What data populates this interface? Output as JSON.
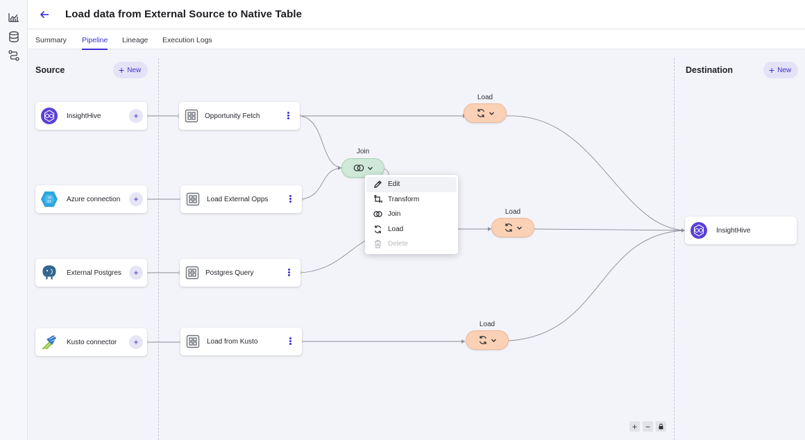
{
  "header": {
    "title": "Load data from External Source to Native Table"
  },
  "tabs": [
    {
      "label": "Summary"
    },
    {
      "label": "Pipeline"
    },
    {
      "label": "Lineage"
    },
    {
      "label": "Execution Logs"
    }
  ],
  "active_tab": "Pipeline",
  "source": {
    "title": "Source",
    "new_label": "New"
  },
  "destination": {
    "title": "Destination",
    "new_label": "New"
  },
  "sources": [
    {
      "label": "InsightHive",
      "icon": "insighthive-logo-icon"
    },
    {
      "label": "Azure connection",
      "icon": "azure-data-explorer-icon"
    },
    {
      "label": "External Postgres",
      "icon": "postgres-elephant-icon"
    },
    {
      "label": "Kusto connector",
      "icon": "kusto-logo-icon"
    }
  ],
  "queries": [
    {
      "label": "Opportunity Fetch"
    },
    {
      "label": "Load External Opps"
    },
    {
      "label": "Postgres Query"
    },
    {
      "label": "Load from Kusto"
    }
  ],
  "operations": {
    "load_top": "Load",
    "join": "Join",
    "load_middle": "Load",
    "load_bottom": "Load"
  },
  "destinations": [
    {
      "label": "InsightHive",
      "icon": "insighthive-logo-icon"
    }
  ],
  "context_menu": {
    "items": [
      {
        "label": "Edit",
        "icon": "pencil-icon",
        "enabled": true
      },
      {
        "label": "Transform",
        "icon": "transform-icon",
        "enabled": true
      },
      {
        "label": "Join",
        "icon": "join-icon",
        "enabled": true
      },
      {
        "label": "Load",
        "icon": "load-sync-icon",
        "enabled": true
      },
      {
        "label": "Delete",
        "icon": "trash-icon",
        "enabled": false
      }
    ]
  },
  "colors": {
    "accent": "#3a2fd6",
    "load_pill": "#fbd1b6",
    "join_pill": "#cfe8d8",
    "insighthive_brand": "#5b3fd6",
    "azure_brand": "#29a6e0",
    "postgres_brand": "#336791"
  },
  "zoom_controls": {
    "zoom_in": "+",
    "zoom_out": "−"
  }
}
